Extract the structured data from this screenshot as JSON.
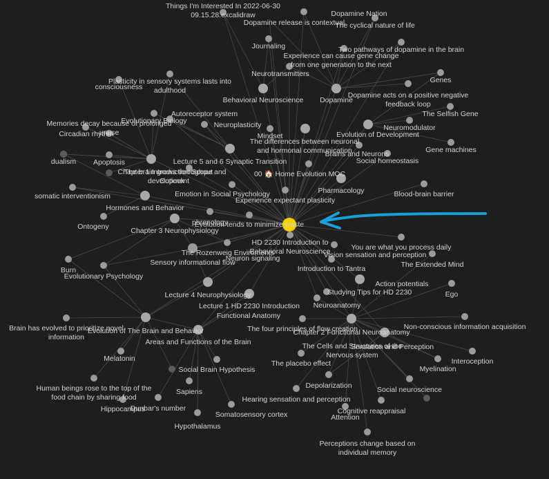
{
  "graph": {
    "focus_node": "n_center",
    "colors": {
      "background": "#1e1e1e",
      "node": "#9a9a9a",
      "focus": "#f0d000",
      "edge": "#4a4a4a",
      "arrow": "#1aa0d8"
    },
    "nodes": [
      {
        "id": "n_center",
        "label": "",
        "focus": true
      },
      {
        "id": "n_things",
        "label": "Things I'm Interested In 2022-06-30 09.15.28.excalidraw"
      },
      {
        "id": "n_dopnation",
        "label": "Dopamine Nation"
      },
      {
        "id": "n_dopctx",
        "label": "Dopamine release is contextual"
      },
      {
        "id": "n_cyclical",
        "label": "The cyclical nature of life"
      },
      {
        "id": "n_journaling",
        "label": "Journaling"
      },
      {
        "id": "n_twopath",
        "label": "Two pathways of dopamine in the brain"
      },
      {
        "id": "n_gene",
        "label": "Experience can cause gene change from one generation to the next"
      },
      {
        "id": "n_neurotrans",
        "label": "Neurotransmitters"
      },
      {
        "id": "n_plasticsys",
        "label": "Plasticity in sensory systems lasts into adulthood"
      },
      {
        "id": "n_consc",
        "label": "consciousness"
      },
      {
        "id": "n_genes",
        "label": "Genes"
      },
      {
        "id": "n_dopamine",
        "label": "Dopamine",
        "big": true
      },
      {
        "id": "n_dopfeedback",
        "label": "Dopamine acts on a positive negative feedback loop"
      },
      {
        "id": "n_behneuro",
        "label": "Behavioral Neuroscience",
        "big": true
      },
      {
        "id": "n_selfish",
        "label": "The Selfish Gene"
      },
      {
        "id": "n_memdecay",
        "label": "Memories decay because of prolonged unuse"
      },
      {
        "id": "n_evobio",
        "label": "Evolutionary Biology"
      },
      {
        "id": "n_neuroplast",
        "label": "Neuroplasticity"
      },
      {
        "id": "n_mindset",
        "label": "Mindset"
      },
      {
        "id": "n_evodev",
        "label": "Evolution of Development",
        "big": true
      },
      {
        "id": "n_neuromod",
        "label": "Neuromodulator"
      },
      {
        "id": "n_circadian",
        "label": "Circadian rhythm"
      },
      {
        "id": "n_autorec",
        "label": "Autoreceptor system"
      },
      {
        "id": "n_diffneural",
        "label": "The differences between neuronal and hormonal communication",
        "big": true
      },
      {
        "id": "n_genemach",
        "label": "Gene machines"
      },
      {
        "id": "n_brains",
        "label": "Brains and Neurons"
      },
      {
        "id": "n_dualism",
        "label": "dualism"
      },
      {
        "id": "n_lec56",
        "label": "Lecture 5 and 6 Synaptic Transition",
        "big": true
      },
      {
        "id": "n_apoptosis",
        "label": "Apoptosis"
      },
      {
        "id": "n_socialhomeo",
        "label": "Social homeostasis"
      },
      {
        "id": "n_ch1",
        "label": "Chapter 1 Introduction Scope and Outlook",
        "big": true
      },
      {
        "id": "n_braingrows",
        "label": "The brain grows throughout development"
      },
      {
        "id": "n_homemoc",
        "label": "00 🏠 Home Evolution MOC"
      },
      {
        "id": "n_pharma",
        "label": "Pharmacology",
        "big": true
      },
      {
        "id": "n_somatic",
        "label": "somatic interventionism"
      },
      {
        "id": "n_emotsoc",
        "label": "Emotion in Social Psychology"
      },
      {
        "id": "n_bbb",
        "label": "Blood-brain barrier"
      },
      {
        "id": "n_expplast",
        "label": "Experience expectant plasticity"
      },
      {
        "id": "n_hormones",
        "label": "Hormones and Behavior",
        "big": true
      },
      {
        "id": "n_phrenology",
        "label": "phrenology"
      },
      {
        "id": "n_evowaste",
        "label": "Evolution tends to minimize waste"
      },
      {
        "id": "n_ontogeny",
        "label": "Ontogeny"
      },
      {
        "id": "n_ch3",
        "label": "Chapter 3 Neurophysiology",
        "big": true
      },
      {
        "id": "n_hd2230",
        "label": "HD 2230 Introduction to Behavioral Neuroscience"
      },
      {
        "id": "n_youare",
        "label": "You are what you process daily"
      },
      {
        "id": "n_rozenweig",
        "label": "The Rozenweig Enviroments"
      },
      {
        "id": "n_neurosig",
        "label": "Neuron signaling"
      },
      {
        "id": "n_vision",
        "label": "Vision sensation and perception"
      },
      {
        "id": "n_extmind",
        "label": "The Extended Mind"
      },
      {
        "id": "n_sensflow",
        "label": "Sensory informational flow",
        "big": true
      },
      {
        "id": "n_burn",
        "label": "Burn"
      },
      {
        "id": "n_tantra",
        "label": "Introduction to Tantra"
      },
      {
        "id": "n_evopsych",
        "label": "Evolutionary Psychology"
      },
      {
        "id": "n_actionpot",
        "label": "Action potentials",
        "big": true
      },
      {
        "id": "n_studying",
        "label": "Studying Tips for HD 2230"
      },
      {
        "id": "n_lec4",
        "label": "Lecture 4 Neurophysiology",
        "big": true
      },
      {
        "id": "n_ego",
        "label": "Ego"
      },
      {
        "id": "n_lec1",
        "label": "Lecture 1 HD 2230 Introduction",
        "big": true
      },
      {
        "id": "n_neuroanat",
        "label": "Neuroanatomy"
      },
      {
        "id": "n_funcanat",
        "label": "Functional Anatomy"
      },
      {
        "id": "n_ch2",
        "label": "Chapter 2 Functional Neuroanatomy",
        "big": true
      },
      {
        "id": "n_nonconsc",
        "label": "Non-conscious information acquisition"
      },
      {
        "id": "n_fourprin",
        "label": "The four principles of flow creation"
      },
      {
        "id": "n_brainevo",
        "label": "Brain has evolved to prioritize novel information"
      },
      {
        "id": "n_evobrain",
        "label": "Evolution of The Brain and Behavior",
        "big": true
      },
      {
        "id": "n_cellsstruct",
        "label": "The Cells and Structures of the Nervous system",
        "big": true
      },
      {
        "id": "n_sensperc",
        "label": "Sensation and Perception"
      },
      {
        "id": "n_areas",
        "label": "Areas and Functions of the Brain",
        "big": true
      },
      {
        "id": "n_interocep",
        "label": "Interoception"
      },
      {
        "id": "n_melatonin",
        "label": "Melatonin"
      },
      {
        "id": "n_placebo",
        "label": "The placebo effect"
      },
      {
        "id": "n_myelin",
        "label": "Myelination"
      },
      {
        "id": "n_socbrain",
        "label": "Social Brain Hypothesis"
      },
      {
        "id": "n_depol",
        "label": "Depolarization"
      },
      {
        "id": "n_sapiens",
        "label": "Sapiens"
      },
      {
        "id": "n_socneuro",
        "label": "Social neuroscience"
      },
      {
        "id": "n_humans",
        "label": "Human beings rose to the top of the food chain by sharing food"
      },
      {
        "id": "n_hearing",
        "label": "Hearing sensation and perception"
      },
      {
        "id": "n_hippo",
        "label": "Hippocampus"
      },
      {
        "id": "n_dunbar",
        "label": "Dunbar's number"
      },
      {
        "id": "n_cogreap",
        "label": "Cognitive reappraisal"
      },
      {
        "id": "n_somato",
        "label": "Somatosensory cortex"
      },
      {
        "id": "n_attention",
        "label": "Attention"
      },
      {
        "id": "n_hypoth",
        "label": "Hypothalamus"
      },
      {
        "id": "n_percep",
        "label": "Perceptions change based on individual memory"
      },
      {
        "id": "n_u1",
        "label": ""
      },
      {
        "id": "n_u2",
        "label": ""
      },
      {
        "id": "n_u3",
        "label": ""
      },
      {
        "id": "n_u4",
        "label": ""
      }
    ],
    "edges": [
      [
        "n_center",
        "n_things"
      ],
      [
        "n_center",
        "n_dopnation"
      ],
      [
        "n_center",
        "n_dopctx"
      ],
      [
        "n_center",
        "n_cyclical"
      ],
      [
        "n_center",
        "n_journaling"
      ],
      [
        "n_center",
        "n_twopath"
      ],
      [
        "n_center",
        "n_gene"
      ],
      [
        "n_center",
        "n_neurotrans"
      ],
      [
        "n_center",
        "n_dopamine"
      ],
      [
        "n_center",
        "n_behneuro"
      ],
      [
        "n_center",
        "n_evodev"
      ],
      [
        "n_center",
        "n_diffneural"
      ],
      [
        "n_center",
        "n_brains"
      ],
      [
        "n_center",
        "n_lec56"
      ],
      [
        "n_center",
        "n_ch1"
      ],
      [
        "n_center",
        "n_homemoc"
      ],
      [
        "n_center",
        "n_pharma"
      ],
      [
        "n_center",
        "n_emotsoc"
      ],
      [
        "n_center",
        "n_expplast"
      ],
      [
        "n_center",
        "n_hormones"
      ],
      [
        "n_center",
        "n_phrenology"
      ],
      [
        "n_center",
        "n_evowaste"
      ],
      [
        "n_center",
        "n_ch3"
      ],
      [
        "n_center",
        "n_hd2230"
      ],
      [
        "n_center",
        "n_rozenweig"
      ],
      [
        "n_center",
        "n_neurosig"
      ],
      [
        "n_center",
        "n_sensflow"
      ],
      [
        "n_center",
        "n_tantra"
      ],
      [
        "n_center",
        "n_actionpot"
      ],
      [
        "n_center",
        "n_studying"
      ],
      [
        "n_center",
        "n_lec4"
      ],
      [
        "n_center",
        "n_lec1"
      ],
      [
        "n_center",
        "n_neuroanat"
      ],
      [
        "n_center",
        "n_ch2"
      ],
      [
        "n_center",
        "n_evobrain"
      ],
      [
        "n_center",
        "n_cellsstruct"
      ],
      [
        "n_center",
        "n_areas"
      ],
      [
        "n_center",
        "n_mindset"
      ],
      [
        "n_center",
        "n_neuroplast"
      ],
      [
        "n_center",
        "n_autorec"
      ],
      [
        "n_center",
        "n_socialhomeo"
      ],
      [
        "n_center",
        "n_bbb"
      ],
      [
        "n_center",
        "n_youare"
      ],
      [
        "n_center",
        "n_vision"
      ],
      [
        "n_center",
        "n_somatic"
      ],
      [
        "n_center",
        "n_braingrows"
      ],
      [
        "n_dopamine",
        "n_twopath"
      ],
      [
        "n_dopamine",
        "n_dopfeedback"
      ],
      [
        "n_dopamine",
        "n_genes"
      ],
      [
        "n_dopamine",
        "n_dopnation"
      ],
      [
        "n_dopamine",
        "n_cyclical"
      ],
      [
        "n_dopamine",
        "n_dopctx"
      ],
      [
        "n_dopamine",
        "n_neurotrans"
      ],
      [
        "n_dopamine",
        "n_gene"
      ],
      [
        "n_evodev",
        "n_selfish"
      ],
      [
        "n_evodev",
        "n_neuromod"
      ],
      [
        "n_evodev",
        "n_genemach"
      ],
      [
        "n_evodev",
        "n_genes"
      ],
      [
        "n_behneuro",
        "n_things"
      ],
      [
        "n_behneuro",
        "n_journaling"
      ],
      [
        "n_behneuro",
        "n_neurotrans"
      ],
      [
        "n_lec56",
        "n_neuroplast"
      ],
      [
        "n_lec56",
        "n_autorec"
      ],
      [
        "n_lec56",
        "n_plasticsys"
      ],
      [
        "n_lec56",
        "n_evobio"
      ],
      [
        "n_ch1",
        "n_memdecay"
      ],
      [
        "n_ch1",
        "n_circadian"
      ],
      [
        "n_ch1",
        "n_dualism"
      ],
      [
        "n_ch1",
        "n_apoptosis"
      ],
      [
        "n_ch1",
        "n_consc"
      ],
      [
        "n_ch1",
        "n_evobio"
      ],
      [
        "n_ch1",
        "n_plasticsys"
      ],
      [
        "n_hormones",
        "n_somatic"
      ],
      [
        "n_hormones",
        "n_ontogeny"
      ],
      [
        "n_hormones",
        "n_dualism"
      ],
      [
        "n_ch3",
        "n_rozenweig"
      ],
      [
        "n_ch3",
        "n_neurosig"
      ],
      [
        "n_ch3",
        "n_burn"
      ],
      [
        "n_ch3",
        "n_evopsych"
      ],
      [
        "n_sensflow",
        "n_evopsych"
      ],
      [
        "n_sensflow",
        "n_lec4"
      ],
      [
        "n_ch2",
        "n_nonconsc"
      ],
      [
        "n_ch2",
        "n_interocep"
      ],
      [
        "n_ch2",
        "n_myelin"
      ],
      [
        "n_ch2",
        "n_socneuro"
      ],
      [
        "n_ch2",
        "n_cogreap"
      ],
      [
        "n_ch2",
        "n_attention"
      ],
      [
        "n_ch2",
        "n_percep"
      ],
      [
        "n_ch2",
        "n_depol"
      ],
      [
        "n_ch2",
        "n_placebo"
      ],
      [
        "n_ch2",
        "n_hearing"
      ],
      [
        "n_ch2",
        "n_extmind"
      ],
      [
        "n_ch2",
        "n_ego"
      ],
      [
        "n_ch2",
        "n_fourprin"
      ],
      [
        "n_ch2",
        "n_sensperc"
      ],
      [
        "n_ch2",
        "n_neuroanat"
      ],
      [
        "n_ch2",
        "n_actionpot"
      ],
      [
        "n_evobrain",
        "n_brainevo"
      ],
      [
        "n_evobrain",
        "n_melatonin"
      ],
      [
        "n_evobrain",
        "n_humans"
      ],
      [
        "n_evobrain",
        "n_hippo"
      ],
      [
        "n_evobrain",
        "n_burn"
      ],
      [
        "n_evobrain",
        "n_areas"
      ],
      [
        "n_evobrain",
        "n_evopsych"
      ],
      [
        "n_evobrain",
        "n_lec4"
      ],
      [
        "n_areas",
        "n_socbrain"
      ],
      [
        "n_areas",
        "n_sapiens"
      ],
      [
        "n_areas",
        "n_dunbar"
      ],
      [
        "n_areas",
        "n_somato"
      ],
      [
        "n_areas",
        "n_hypoth"
      ],
      [
        "n_areas",
        "n_funcanat"
      ],
      [
        "n_areas",
        "n_lec1"
      ],
      [
        "n_cellsstruct",
        "n_depol"
      ],
      [
        "n_cellsstruct",
        "n_myelin"
      ],
      [
        "n_u1",
        "n_ch1"
      ],
      [
        "n_u2",
        "n_ch1"
      ],
      [
        "n_u3",
        "n_evobrain"
      ],
      [
        "n_u4",
        "n_ch2"
      ]
    ]
  },
  "annotation": {
    "arrow_label": ""
  }
}
